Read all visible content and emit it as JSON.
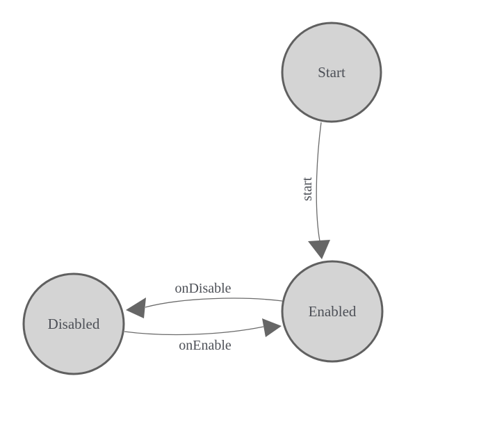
{
  "diagram": {
    "colors": {
      "background": "#ffffff",
      "node_fill": "#d4d4d4",
      "node_stroke": "#606060",
      "edge_stroke": "#6b6b6b",
      "arrow_fill": "#666666",
      "label_color": "#4d5057"
    },
    "nodes": [
      {
        "id": "start",
        "label": "Start"
      },
      {
        "id": "enabled",
        "label": "Enabled"
      },
      {
        "id": "disabled",
        "label": "Disabled"
      }
    ],
    "edges": [
      {
        "label": "start",
        "from": "Start",
        "to": "Enabled"
      },
      {
        "label": "onDisable",
        "from": "Enabled",
        "to": "Disabled"
      },
      {
        "label": "onEnable",
        "from": "Disabled",
        "to": "Enabled"
      }
    ]
  }
}
